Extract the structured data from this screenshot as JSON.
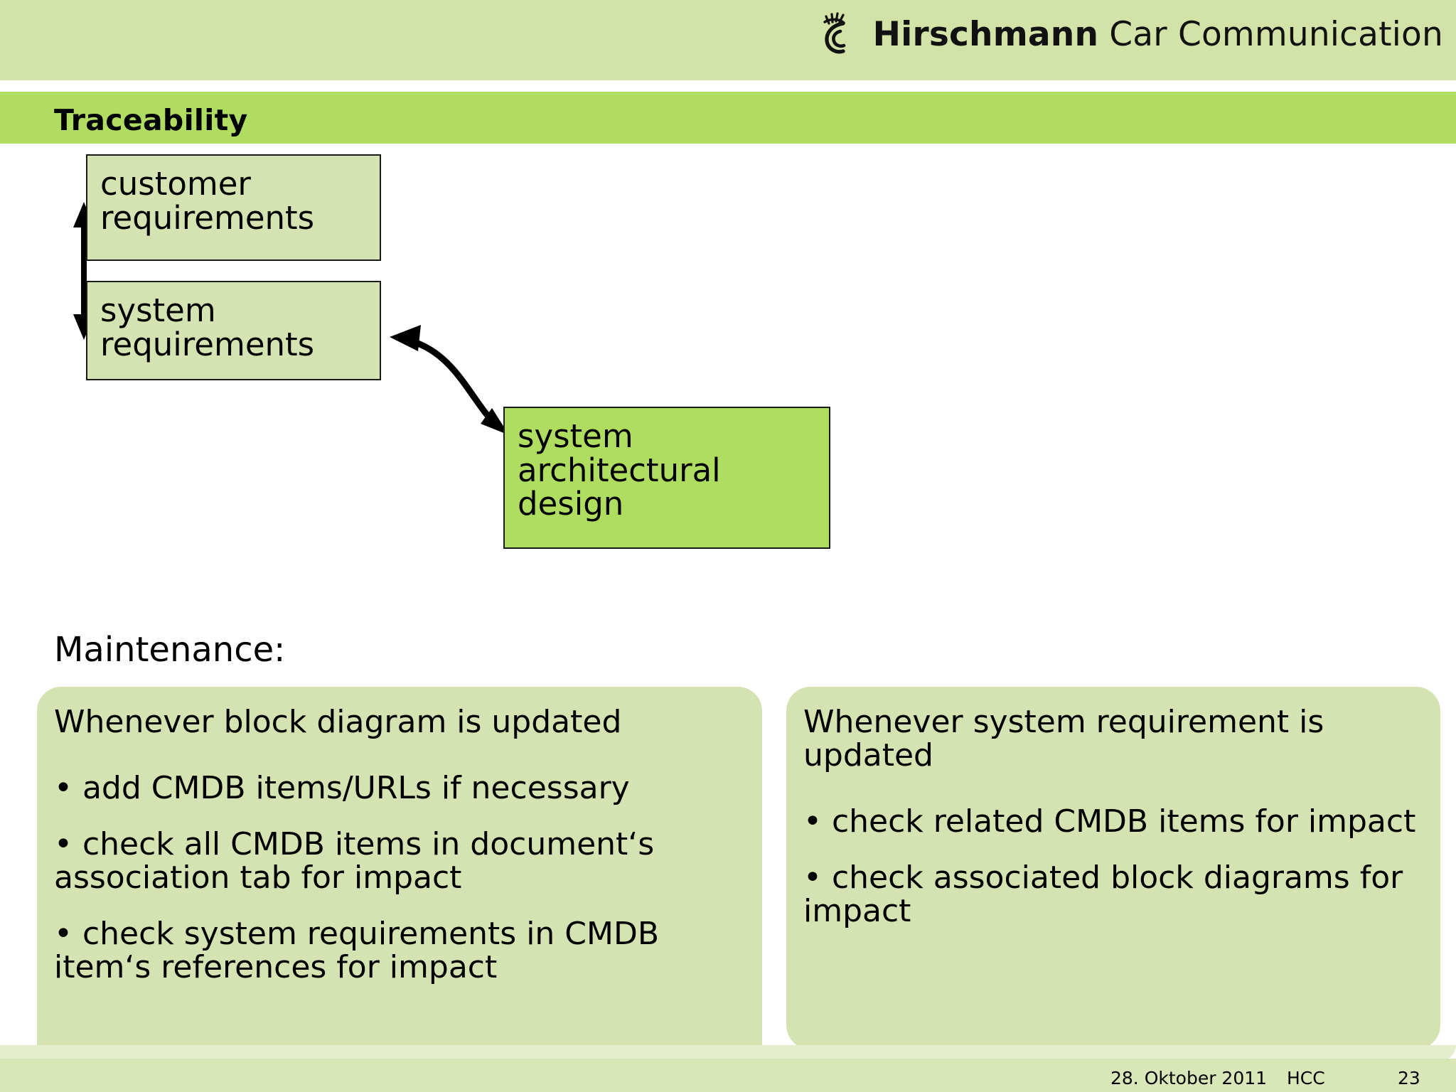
{
  "brand": {
    "name_bold": "Hirschmann",
    "name_light": "Car Communication",
    "mark_icon": "stag-head-icon",
    "band_color": "#d3e2a7"
  },
  "title": {
    "text": "Traceability",
    "band_color": "#b0dd61"
  },
  "diagram": {
    "nodes": [
      {
        "id": "customer",
        "label": "customer\nrequirements",
        "fill": "#d5e3b2"
      },
      {
        "id": "sysreq",
        "label": "system\nrequirements",
        "fill": "#d5e3b2"
      },
      {
        "id": "arch",
        "label": "system\narchitectural\ndesign",
        "fill": "#aedd5f"
      }
    ],
    "node_labels": {
      "customer_line1": "customer",
      "customer_line2": "requirements",
      "sysreq_line1": "system",
      "sysreq_line2": "requirements",
      "arch_line1": "system",
      "arch_line2": "architectural",
      "arch_line3": "design"
    },
    "connectors": [
      {
        "name": "customer-sysreq-bidirectional",
        "from": "customer",
        "to": "sysreq",
        "style": "straight-double-headed-vertical"
      },
      {
        "name": "sysreq-arch-bidirectional",
        "from": "sysreq",
        "to": "arch",
        "style": "curved-double-headed"
      }
    ]
  },
  "maintenance": {
    "heading": "Maintenance:",
    "left_callout": {
      "lead": "Whenever block diagram is updated",
      "bullets": [
        "• add CMDB items/URLs if necessary",
        "• check all CMDB items in document‘s association tab for impact",
        "• check system requirements in CMDB item‘s references for impact"
      ]
    },
    "right_callout": {
      "lead": "Whenever system requirement is updated",
      "bullets": [
        "• check related CMDB items for impact",
        "• check associated block diagrams for impact"
      ]
    },
    "callout_color": "#d5e3b2"
  },
  "footer": {
    "date": "28. Oktober 2011",
    "org": "HCC",
    "page": "23",
    "band_color": "#d9e6b8"
  }
}
